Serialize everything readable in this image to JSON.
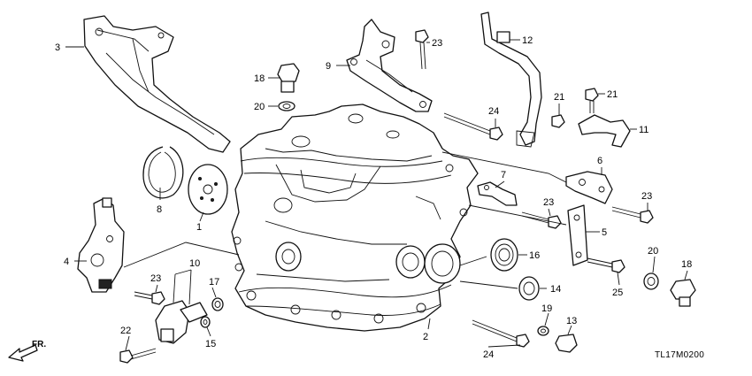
{
  "labels": {
    "l1": "1",
    "l2": "2",
    "l3": "3",
    "l4": "4",
    "l5": "5",
    "l6": "6",
    "l7": "7",
    "l8": "8",
    "l9": "9",
    "l10": "10",
    "l11": "11",
    "l12": "12",
    "l13": "13",
    "l14": "14",
    "l15": "15",
    "l16": "16",
    "l17": "17",
    "l18a": "18",
    "l18b": "18",
    "l19": "19",
    "l20a": "20",
    "l20b": "20",
    "l21a": "21",
    "l21b": "21",
    "l22": "22",
    "l23a": "23",
    "l23b": "23",
    "l23c": "23",
    "l23d": "23",
    "l24a": "24",
    "l24b": "24",
    "l25": "25"
  },
  "front_marker": "FR.",
  "diagram_code": "TL17M0200",
  "colors": {
    "ink": "#111111",
    "background": "#ffffff"
  }
}
